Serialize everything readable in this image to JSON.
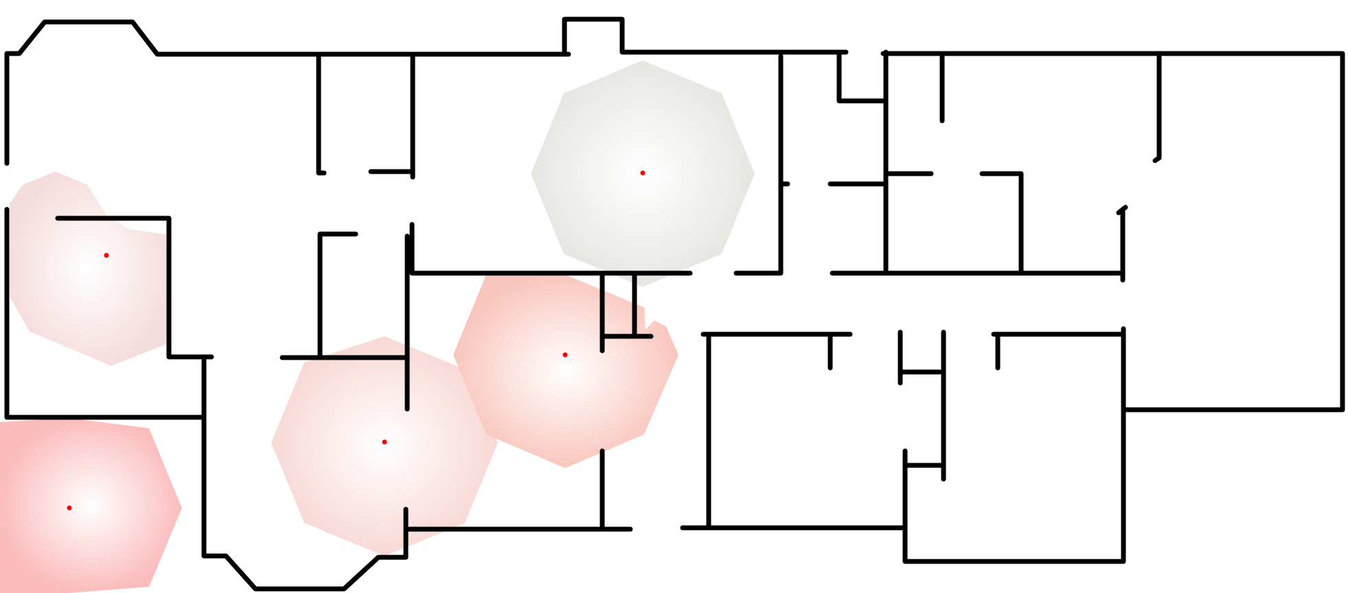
{
  "colors": {
    "background": "#ffffff",
    "wall": "#000000",
    "center_marker": "#ff0000",
    "zone_edge_gray": "#e6e6e1",
    "zone_edge_pale_pink": "#f6dddd",
    "zone_edge_pink": "#f8d8d4",
    "zone_edge_salmon": "#f9c6bd",
    "zone_edge_red": "#fbbcbc"
  },
  "icons": {
    "zone": "heptagon-shape",
    "center": "dot"
  },
  "zones": [
    {
      "id": "zone-1",
      "edge_color_key": "zone_edge_gray"
    },
    {
      "id": "zone-2",
      "edge_color_key": "zone_edge_pale_pink"
    },
    {
      "id": "zone-3",
      "edge_color_key": "zone_edge_pink"
    },
    {
      "id": "zone-4",
      "edge_color_key": "zone_edge_salmon"
    },
    {
      "id": "zone-5",
      "edge_color_key": "zone_edge_red"
    }
  ]
}
